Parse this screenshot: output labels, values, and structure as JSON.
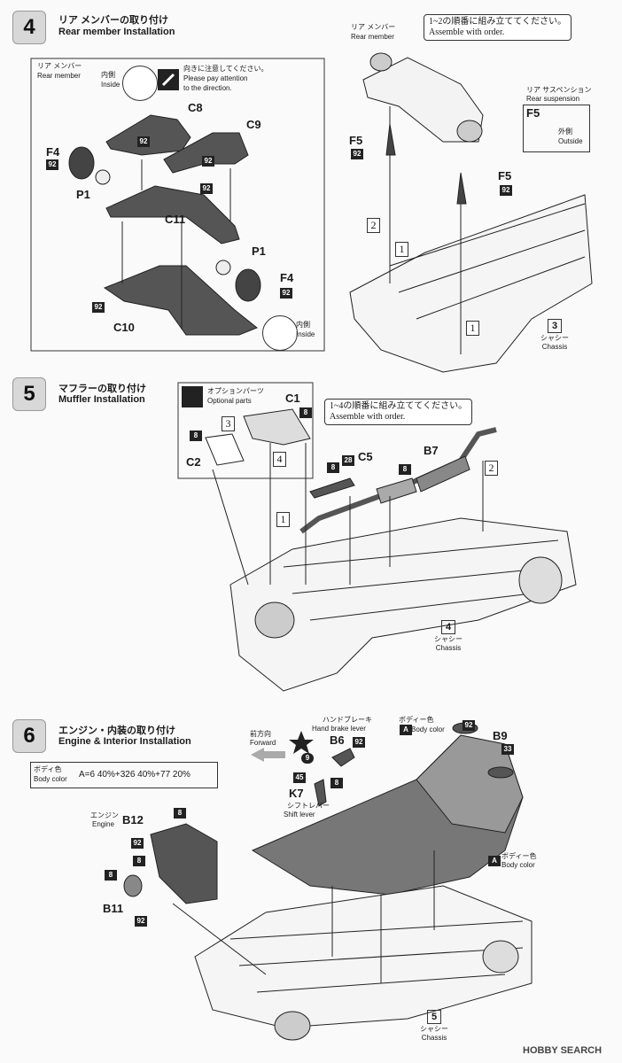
{
  "step4": {
    "num": "4",
    "title_jp": "リア メンバーの取り付け",
    "title_en": "Rear member Installation",
    "rear_member_jp": "リア メンバー",
    "rear_member_en": "Rear member",
    "inside_jp": "内側",
    "inside_en": "Inside",
    "note_jp": "向きに注意してください。",
    "note_en1": "Please pay attention",
    "note_en2": "to the direction.",
    "order_jp": "1~2の順番に組み立ててください。",
    "order_en": "Assemble with order.",
    "rear_member2_jp": "リア メンバー",
    "rear_member2_en": "Rear member",
    "rear_susp_jp": "リア サスペンション",
    "rear_susp_en": "Rear suspension",
    "outside_jp": "外側",
    "outside_en": "Outside",
    "labels": {
      "c8": "C8",
      "c9": "C9",
      "c10": "C10",
      "c11": "C11",
      "f4a": "F4",
      "f4b": "F4",
      "p1a": "P1",
      "p1b": "P1",
      "f5a": "F5",
      "f5b": "F5",
      "f5c": "F5"
    },
    "paint": "92",
    "inside2_jp": "内側",
    "inside2_en": "Inside",
    "seq1a": "1",
    "seq1b": "1",
    "seq2": "2",
    "chassis_num": "3",
    "chassis_jp": "シャシー",
    "chassis_en": "Chassis"
  },
  "step5": {
    "num": "5",
    "title_jp": "マフラーの取り付け",
    "title_en": "Muffler Installation",
    "option_jp": "オプションパーツ",
    "option_en": "Optional parts",
    "order_jp": "1~4の順番に組み立ててください。",
    "order_en": "Assemble with order.",
    "labels": {
      "c1": "C1",
      "c2": "C2",
      "c5": "C5",
      "b7": "B7"
    },
    "paint8": "8",
    "paint28": "28",
    "seq3": "3",
    "seq4": "4",
    "seq1": "1",
    "seq2": "2",
    "chassis_num": "4",
    "chassis_jp": "シャシー",
    "chassis_en": "Chassis"
  },
  "step6": {
    "num": "6",
    "title_jp": "エンジン・内装の取り付け",
    "title_en": "Engine & Interior Installation",
    "body_color_jp": "ボディ色",
    "body_color_en": "Body color",
    "formula": "A=6 40%+326 40%+77 20%",
    "forward_jp": "前方向",
    "forward_en": "Forward",
    "handbrake_jp": "ハンドブレーキ",
    "handbrake_en": "Hand brake lever",
    "bodycolor2_jp": "ボディー色",
    "bodycolor2_en": "Body color",
    "shift_jp": "シフトレバー",
    "shift_en": "Shift lever",
    "engine_jp": "エンジン",
    "engine_en": "Engine",
    "bodycolor3_jp": "ボディー色",
    "bodycolor3_en": "Body color",
    "labels": {
      "b6": "B6",
      "b9": "B9",
      "b11": "B11",
      "b12": "B12",
      "k7": "K7"
    },
    "paintA": "A",
    "paint92": "92",
    "paint33": "33",
    "paint8": "8",
    "paint45": "45",
    "paint9": "9",
    "chassis_num": "5",
    "chassis_jp": "シャシー",
    "chassis_en": "Chassis"
  },
  "watermark": "HOBBY SEARCH"
}
